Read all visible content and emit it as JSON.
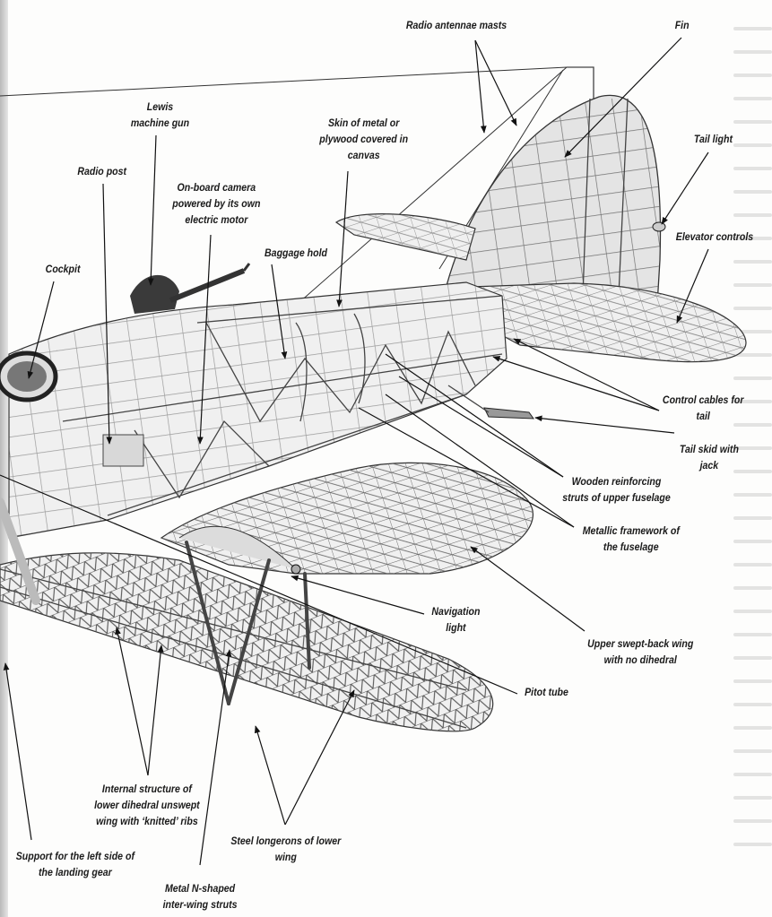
{
  "diagram": {
    "subject": "Biplane cutaway",
    "callouts": [
      {
        "id": "radio-antennae-masts",
        "lines": [
          "Radio antennae masts"
        ]
      },
      {
        "id": "fin",
        "lines": [
          "Fin"
        ]
      },
      {
        "id": "lewis-machine-gun",
        "lines": [
          "Lewis",
          "machine gun"
        ]
      },
      {
        "id": "skin",
        "lines": [
          "Skin of metal or",
          "plywood covered in",
          "canvas"
        ]
      },
      {
        "id": "tail-light",
        "lines": [
          "Tail light"
        ]
      },
      {
        "id": "radio-post",
        "lines": [
          "Radio post"
        ]
      },
      {
        "id": "on-board-camera",
        "lines": [
          "On-board camera",
          "powered by its own",
          "electric motor"
        ]
      },
      {
        "id": "elevator-controls",
        "lines": [
          "Elevator controls"
        ]
      },
      {
        "id": "baggage-hold",
        "lines": [
          "Baggage hold"
        ]
      },
      {
        "id": "cockpit",
        "lines": [
          "Cockpit"
        ]
      },
      {
        "id": "control-cables",
        "lines": [
          "Control cables for",
          "tail"
        ]
      },
      {
        "id": "tail-skid",
        "lines": [
          "Tail skid with",
          "jack"
        ]
      },
      {
        "id": "wooden-struts",
        "lines": [
          "Wooden reinforcing",
          "struts of upper fuselage"
        ]
      },
      {
        "id": "metallic-framework",
        "lines": [
          "Metallic framework of",
          "the fuselage"
        ]
      },
      {
        "id": "navigation-light",
        "lines": [
          "Navigation",
          "light"
        ]
      },
      {
        "id": "upper-wing",
        "lines": [
          "Upper swept-back wing",
          "with no dihedral"
        ]
      },
      {
        "id": "pitot-tube",
        "lines": [
          "Pitot tube"
        ]
      },
      {
        "id": "lower-wing-structure",
        "lines": [
          "Internal structure of",
          "lower dihedral unswept",
          "wing with ‘knitted’ ribs"
        ]
      },
      {
        "id": "steel-longerons",
        "lines": [
          "Steel longerons of lower",
          "wing"
        ]
      },
      {
        "id": "landing-gear-support",
        "lines": [
          "Support for the left side of",
          "the landing gear"
        ]
      },
      {
        "id": "inter-wing-struts",
        "lines": [
          "Metal N-shaped",
          "inter-wing struts"
        ]
      }
    ]
  }
}
